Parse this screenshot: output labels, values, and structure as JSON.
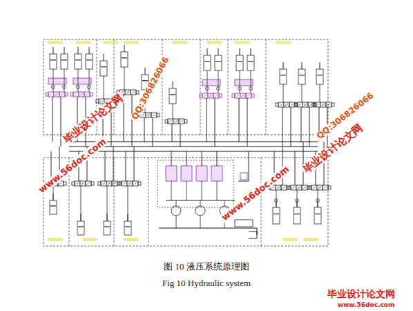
{
  "diagram": {
    "caption": "图 10 液压系统原理图",
    "labels": [
      "毕业设计论文网",
      "www.56doc.com",
      "QQ:306826066",
      "毕业设计论文网",
      "www.56doc.com",
      "QQ:306826066",
      "Fig 10 Hydraulic system",
      "毕业设计论文网",
      "www.56doc.com"
    ]
  }
}
